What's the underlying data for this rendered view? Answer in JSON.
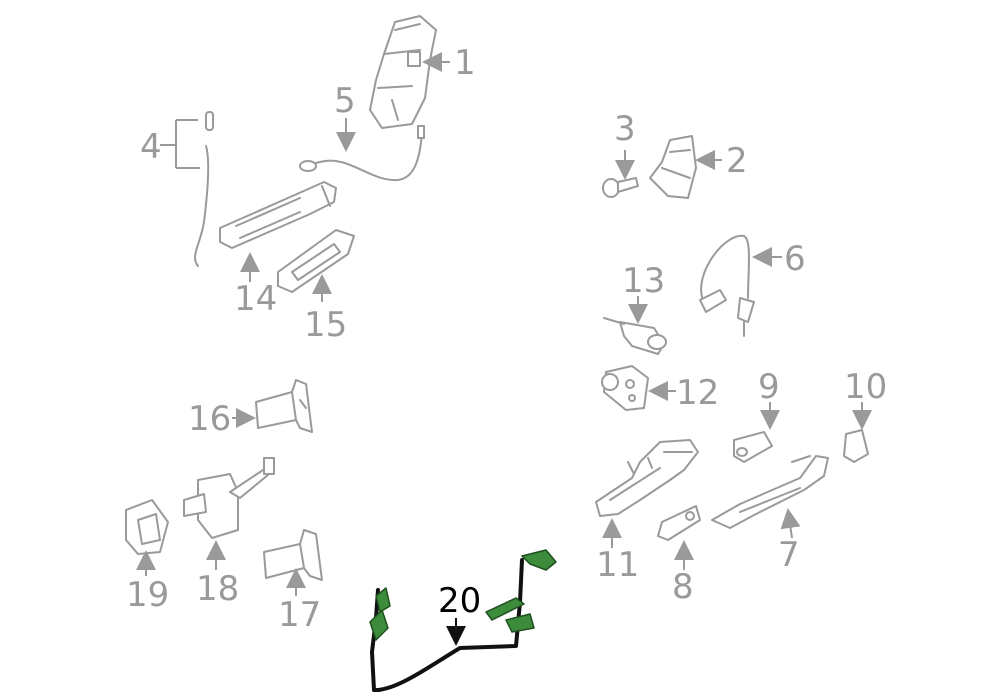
{
  "colors": {
    "part": "#9a9a9a",
    "label": "#9a9a9a",
    "highlight": "#3c8c3c",
    "highlight_label": "#000000"
  },
  "callouts": {
    "c1": "1",
    "c2": "2",
    "c3": "3",
    "c4": "4",
    "c5": "5",
    "c6": "6",
    "c7": "7",
    "c8": "8",
    "c9": "9",
    "c10": "10",
    "c11": "11",
    "c12": "12",
    "c13": "13",
    "c14": "14",
    "c15": "15",
    "c16": "16",
    "c17": "17",
    "c18": "18",
    "c19": "19",
    "c20": "20"
  }
}
